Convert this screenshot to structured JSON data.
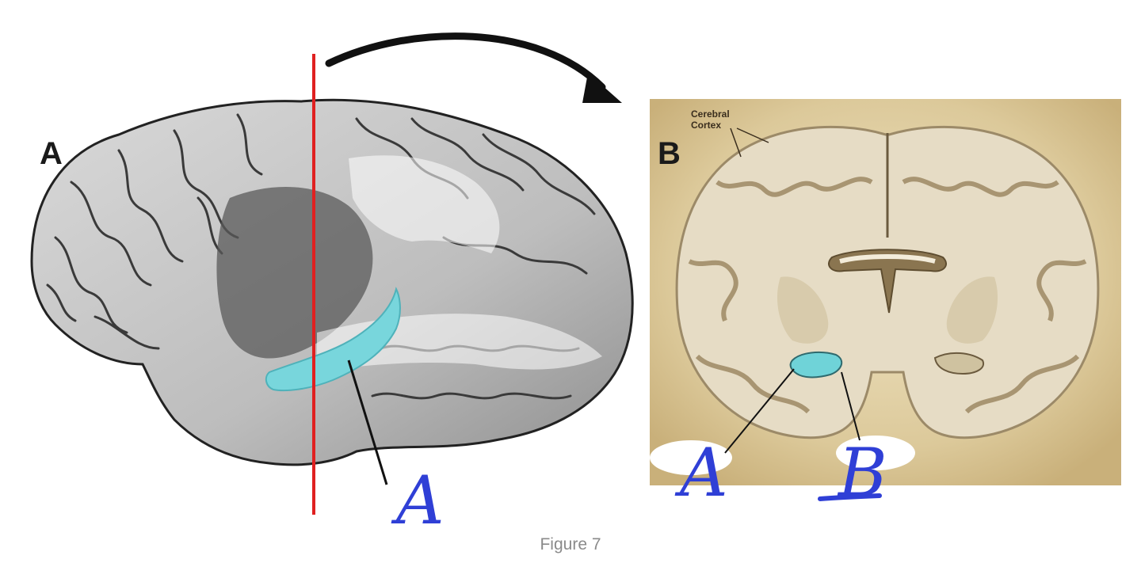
{
  "figure": {
    "caption": "Figure 7",
    "panel_a_label": "A",
    "panel_b_label": "B",
    "cortex_label_line1": "Cerebral",
    "cortex_label_line2": "Cortex"
  },
  "annotations": {
    "left_handwritten": "A",
    "right_handwritten_a": "A",
    "right_handwritten_b": "B"
  },
  "colors": {
    "hippocampus_highlight": "#78d6dc",
    "section_line": "#e02020",
    "handwriting": "#2f3fd6",
    "arrow": "#111111",
    "background_tan": "#d8c698",
    "brain_tissue": "#e6dcc5"
  },
  "icons": {
    "arrow": "curved-arrow-icon"
  }
}
